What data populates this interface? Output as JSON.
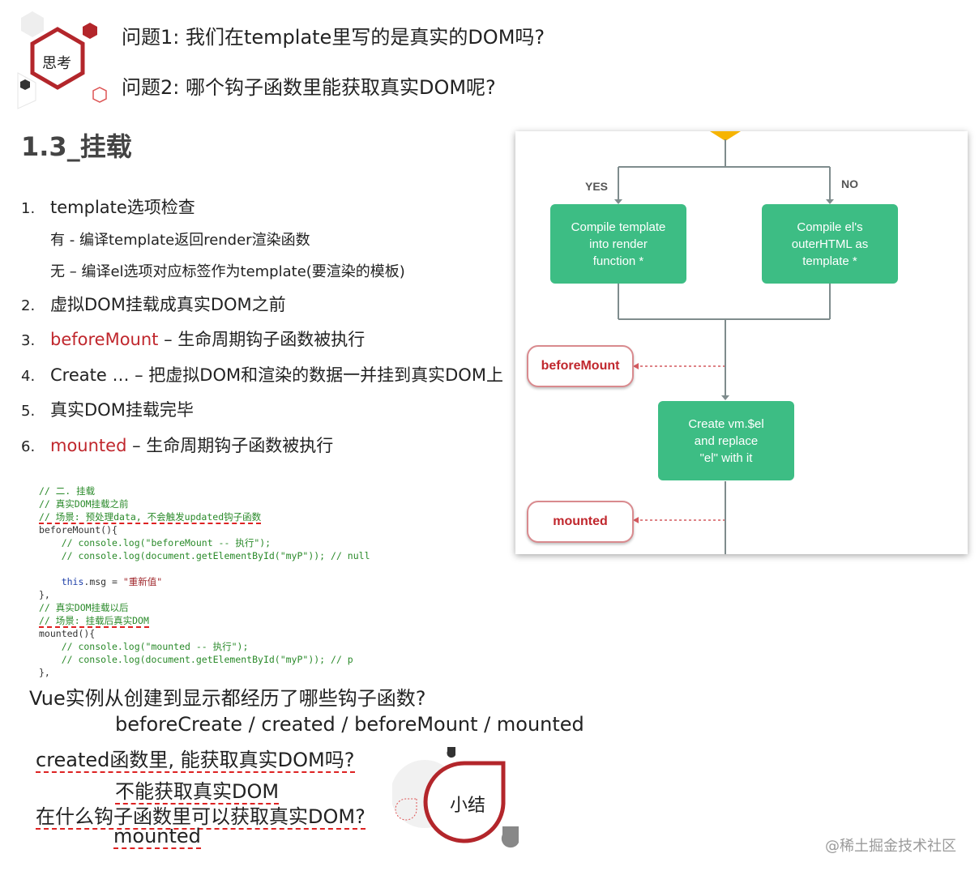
{
  "think": {
    "badge": "思考",
    "q1": "问题1: 我们在template里写的是真实的DOM吗?",
    "q2": "问题2: 哪个钩子函数里能获取真实DOM呢?"
  },
  "section_title": "1.3_挂载",
  "list": [
    {
      "num": "1.",
      "text": "template选项检查"
    },
    {
      "num": "2.",
      "text": "虚拟DOM挂载成真实DOM之前"
    },
    {
      "num": "3.",
      "hook": "beforeMount",
      "text": " – 生命周期钩子函数被执行"
    },
    {
      "num": "4.",
      "text": "Create … – 把虚拟DOM和渲染的数据一并挂到真实DOM上"
    },
    {
      "num": "5.",
      "text": "真实DOM挂载完毕"
    },
    {
      "num": "6.",
      "hook": "mounted",
      "text": " – 生命周期钩子函数被执行"
    }
  ],
  "sub_items": [
    "有 - 编译template返回render渲染函数",
    "无 – 编译el选项对应标签作为template(要渲染的模板)"
  ],
  "code": {
    "l1": "// 二. 挂载",
    "l2": "// 真实DOM挂载之前",
    "l3": "// 场景: 预处理data, 不会触发updated钩子函数",
    "l4": "beforeMount(){",
    "l5": "    // console.log(\"beforeMount -- 执行\");",
    "l6": "    // console.log(document.getElementById(\"myP\")); // null",
    "l7_this": "this",
    "l7_rest": ".msg = ",
    "l7_str": "\"重新值\"",
    "l8": "},",
    "l9": "// 真实DOM挂载以后",
    "l10": "// 场景: 挂载后真实DOM",
    "l11": "mounted(){",
    "l12": "    // console.log(\"mounted -- 执行\");",
    "l13": "    // console.log(document.getElementById(\"myP\")); // p",
    "l14": "},"
  },
  "flow": {
    "yes": "YES",
    "no": "NO",
    "box_left": "Compile template into render function *",
    "box_right": "Compile el's outerHTML as template *",
    "before_mount": "beforeMount",
    "create": "Create vm.$el and replace \"el\" with it",
    "mounted": "mounted"
  },
  "summary": {
    "q1": "Vue实例从创建到显示都经历了哪些钩子函数?",
    "a1": "beforeCreate / created / beforeMount / mounted",
    "q2": "created函数里, 能获取真实DOM吗?",
    "a2": "不能获取真实DOM",
    "q3": "在什么钩子函数里可以获取真实DOM?",
    "a3": "mounted",
    "badge": "小结"
  },
  "watermark": "@稀土掘金技术社区",
  "colors": {
    "accent_red": "#c0272d",
    "flow_green": "#3dbd84",
    "code_comment": "#2a8a2a"
  }
}
